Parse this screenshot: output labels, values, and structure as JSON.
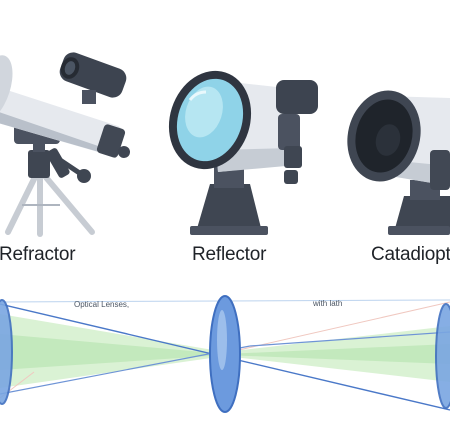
{
  "labels": {
    "refractor": "Refractor",
    "reflector": "Reflector",
    "catadioptric": "Catadiopt"
  },
  "annotations": {
    "left": "Optical Lenses,",
    "right": "with lath"
  },
  "colors": {
    "tube": "#e5e7eb",
    "tube_shade": "#b8c0ca",
    "dark": "#374151",
    "lens_blue": "#5b8fd6",
    "lens_light": "#a9c7ee",
    "glass": "#8fd3e8",
    "beam_green": "#b8e7b8",
    "beam_blue": "#4a78c8"
  }
}
